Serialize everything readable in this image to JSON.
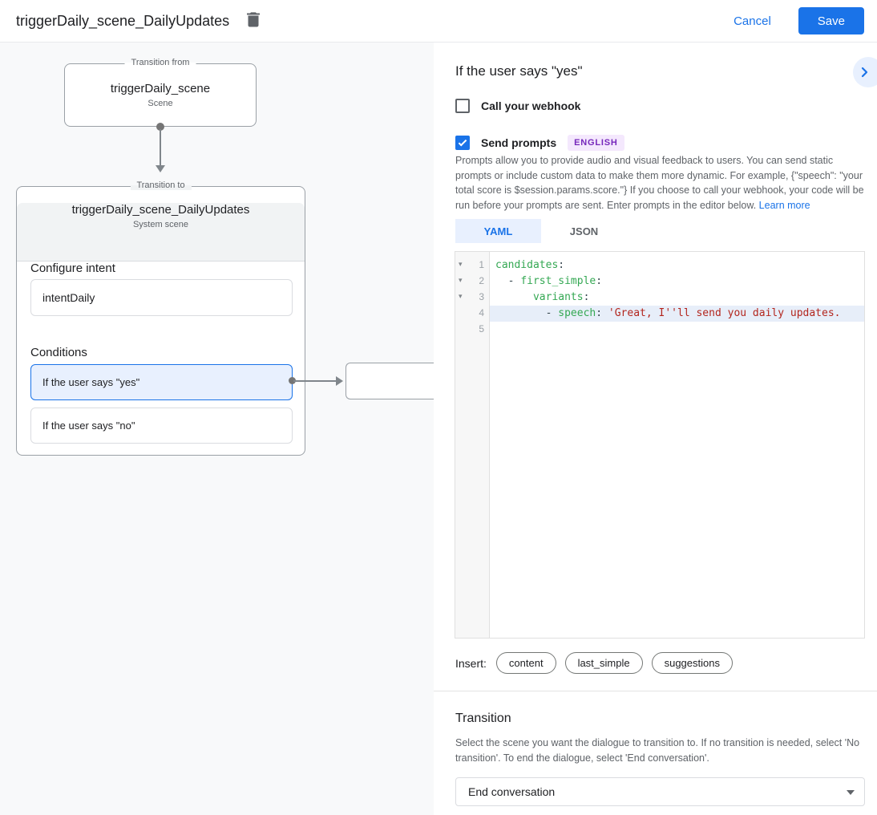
{
  "header": {
    "title": "triggerDaily_scene_DailyUpdates",
    "cancel_label": "Cancel",
    "save_label": "Save"
  },
  "canvas": {
    "from_box": {
      "legend": "Transition from",
      "title": "triggerDaily_scene",
      "subtitle": "Scene"
    },
    "to_box": {
      "legend": "Transition to",
      "title": "triggerDaily_scene_DailyUpdates",
      "subtitle": "System scene"
    },
    "configure_intent": {
      "label": "Configure intent",
      "value": "intentDaily"
    },
    "conditions": {
      "label": "Conditions",
      "items": [
        {
          "label": "If the user says \"yes\"",
          "selected": true
        },
        {
          "label": "If the user says \"no\"",
          "selected": false
        }
      ]
    }
  },
  "panel": {
    "heading": "If the user says \"yes\"",
    "webhook": {
      "label": "Call your webhook",
      "checked": false
    },
    "prompts": {
      "label": "Send prompts",
      "checked": true,
      "badge": "ENGLISH"
    },
    "description": "Prompts allow you to provide audio and visual feedback to users. You can send static prompts or include custom data to make them more dynamic. For example, {\"speech\": \"your total score is $session.params.score.\"} If you choose to call your webhook, your code will be run before your prompts are sent. Enter prompts in the editor below. ",
    "learn_more": "Learn more",
    "tabs": {
      "yaml": "YAML",
      "json": "JSON"
    },
    "editor": {
      "line_numbers": [
        "1",
        "2",
        "3",
        "4",
        "5"
      ],
      "highlighted_line": 4,
      "lines": [
        {
          "prefix": "",
          "key": "candidates",
          "suffix": ":"
        },
        {
          "prefix": "  - ",
          "key": "first_simple",
          "suffix": ":"
        },
        {
          "prefix": "      ",
          "key": "variants",
          "suffix": ":"
        },
        {
          "prefix": "        - ",
          "key": "speech",
          "suffix": ": ",
          "string": "'Great, I''ll send you daily updates."
        }
      ]
    },
    "insert": {
      "label": "Insert:",
      "chips": [
        "content",
        "last_simple",
        "suggestions"
      ]
    },
    "transition": {
      "heading": "Transition",
      "description": "Select the scene you want the dialogue to transition to. If no transition is needed, select 'No transition'. To end the dialogue, select 'End conversation'.",
      "select_value": "End conversation"
    }
  },
  "colors": {
    "accent": "#1a73e8",
    "selected_fill": "#e8f0fe",
    "badge_text": "#7627bb",
    "badge_bg": "#f4e8fd",
    "code_key": "#34a853",
    "code_string": "#b3261e",
    "canvas_bg": "#f8f9fa"
  }
}
